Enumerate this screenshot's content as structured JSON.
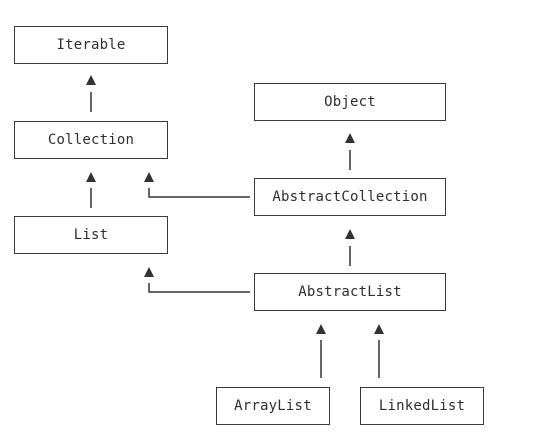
{
  "nodes": {
    "iterable": "Iterable",
    "collection": "Collection",
    "list": "List",
    "object": "Object",
    "abstract_collection": "AbstractCollection",
    "abstract_list": "AbstractList",
    "array_list": "ArrayList",
    "linked_list": "LinkedList"
  },
  "colors": {
    "line": "#333333",
    "border": "#3a3a3a",
    "text": "#2e2e2e"
  }
}
